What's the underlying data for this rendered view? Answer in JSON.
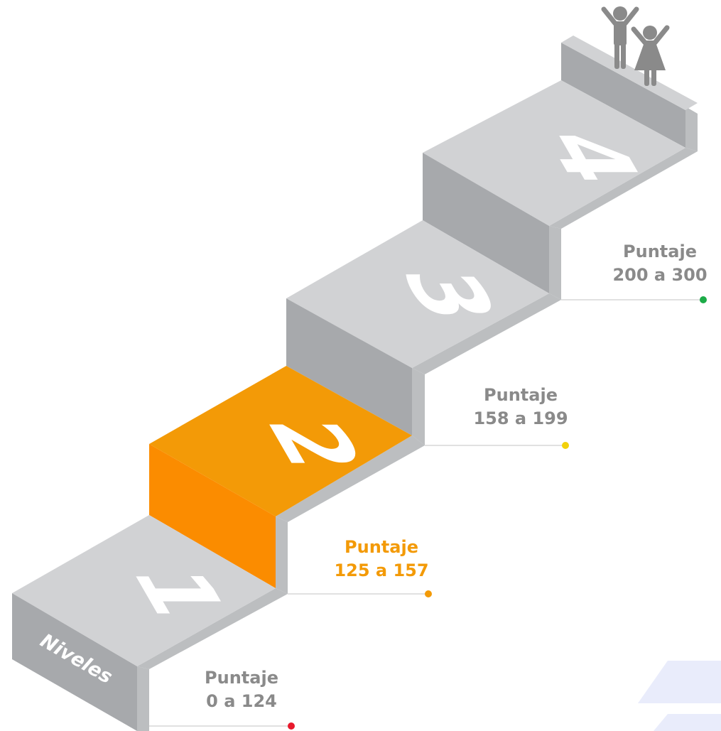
{
  "diagram": {
    "label": "Niveles",
    "levels": [
      {
        "number": "1",
        "title": "Puntaje",
        "range": "0 a 124",
        "dot_color": "#e8192c",
        "highlight": false
      },
      {
        "number": "2",
        "title": "Puntaje",
        "range": "125 a 157",
        "dot_color": "#f39a07",
        "highlight": true
      },
      {
        "number": "3",
        "title": "Puntaje",
        "range": "158 a 199",
        "dot_color": "#f2d10a",
        "highlight": false
      },
      {
        "number": "4",
        "title": "Puntaje",
        "range": "200 a 300",
        "dot_color": "#1cab47",
        "highlight": false
      }
    ],
    "colors": {
      "step_top": "#d1d2d4",
      "step_left": "#a7a9ac",
      "step_right": "#bcbec0",
      "highlight_top": "#f39a07",
      "highlight_left": "#fb8c00",
      "figures": "#8a8a8a",
      "text_gray": "#8a8a8a",
      "leader_line": "#d7d7d7",
      "accent": "#e9ecfb"
    }
  }
}
